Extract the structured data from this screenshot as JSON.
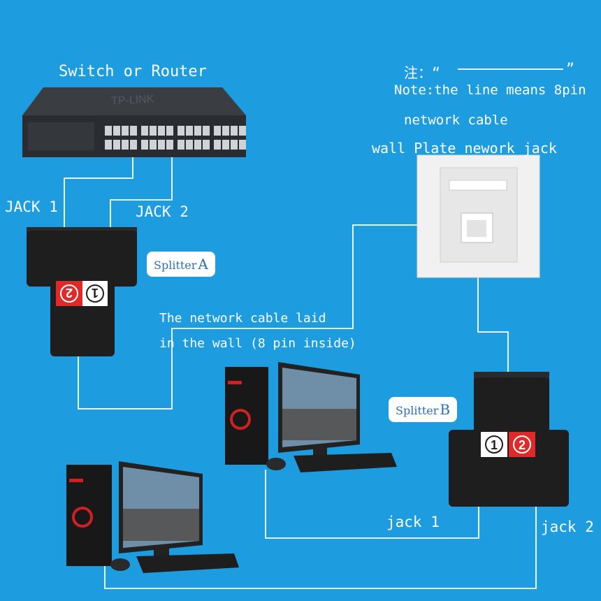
{
  "labels": {
    "switch_router": "Switch or Router",
    "note_prefix": "注：“",
    "note_suffix": "”",
    "note_text": "Note:the line means 8pin",
    "network_cable": "network cable",
    "wall_plate": "wall Plate nework jack",
    "jack1_upper": "JACK 1",
    "jack2_upper": "JACK 2",
    "cable_wall_line1": "The network cable laid",
    "cable_wall_line2": "in the wall (8 pin inside)",
    "jack1_lower": "jack 1",
    "jack2_lower": "jack 2"
  },
  "splitters": {
    "a": {
      "word": "Splitter",
      "letter": "A",
      "port_left": "2",
      "port_right": "1"
    },
    "b": {
      "word": "Splitter",
      "letter": "B",
      "port_left": "1",
      "port_right": "2"
    }
  },
  "switch_brand": "TP-LINK",
  "colors": {
    "background": "#1d9de0",
    "cable_line": "#ffffff",
    "device_body": "#1e1e1e",
    "label_text": "#ffffff",
    "tag_text": "#2a6fb5",
    "port_red": "#e02a2a"
  }
}
